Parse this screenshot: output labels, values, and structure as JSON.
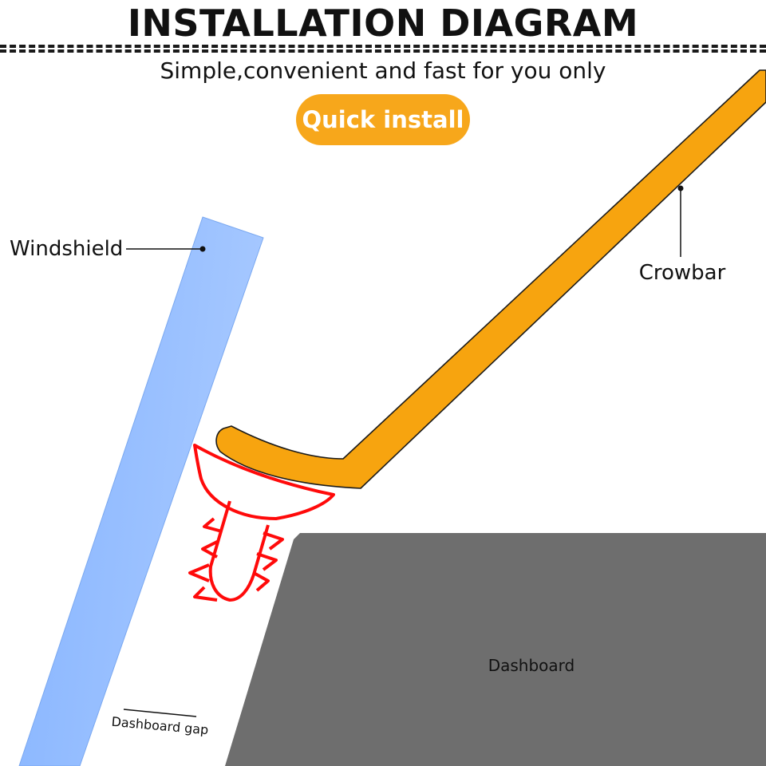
{
  "header": {
    "title": "INSTALLATION DIAGRAM",
    "subtitle": "Simple,convenient and fast for you only",
    "button_label": "Quick install"
  },
  "labels": {
    "windshield": "Windshield",
    "crowbar": "Crowbar",
    "dashboard": "Dashboard",
    "dashboard_gap": "Dashboard gap"
  },
  "colors": {
    "windshield": "#8ab8ff",
    "crowbar": "#f7a40f",
    "clip": "#ff0a0a",
    "dashboard": "#6e6e6e",
    "accent": "#f7a71b"
  }
}
